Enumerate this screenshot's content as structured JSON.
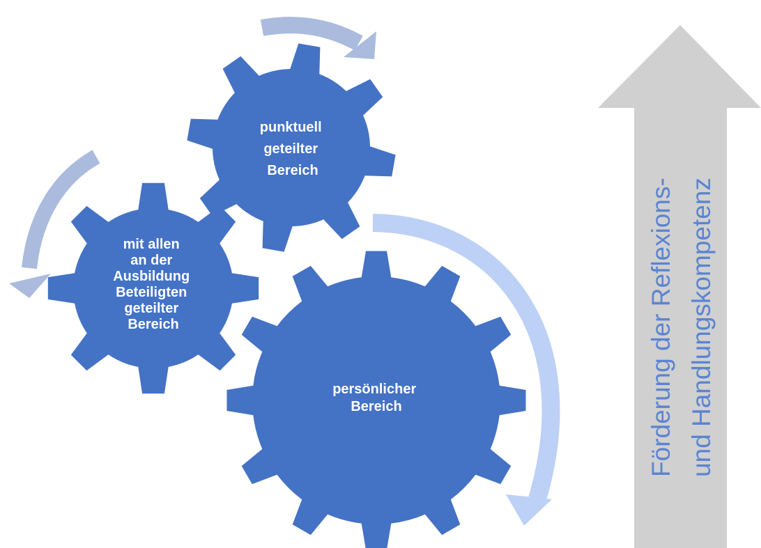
{
  "colors": {
    "gear_fill": "#4472C4",
    "gear_text": "#FFFFFF",
    "arrow_top": "#AABBDD",
    "arrow_left": "#AABBDD",
    "arrow_right": "#BDD0F5",
    "big_arrow": "#D0D0D0",
    "side_text": "#5B84D0"
  },
  "gears": {
    "top": {
      "icon": "gear-icon",
      "lines": [
        "punktuell",
        "geteilter",
        "Bereich"
      ]
    },
    "left": {
      "icon": "gear-icon",
      "lines": [
        "mit allen",
        "an der",
        "Ausbildung",
        "Beteiligten",
        "geteilter",
        "Bereich"
      ]
    },
    "bottom": {
      "icon": "gear-icon",
      "lines": [
        "persönlicher",
        "Bereich"
      ]
    }
  },
  "side_text": {
    "line1": "Förderung der Reflexions-",
    "line2": "und Handlungskompetenz"
  }
}
